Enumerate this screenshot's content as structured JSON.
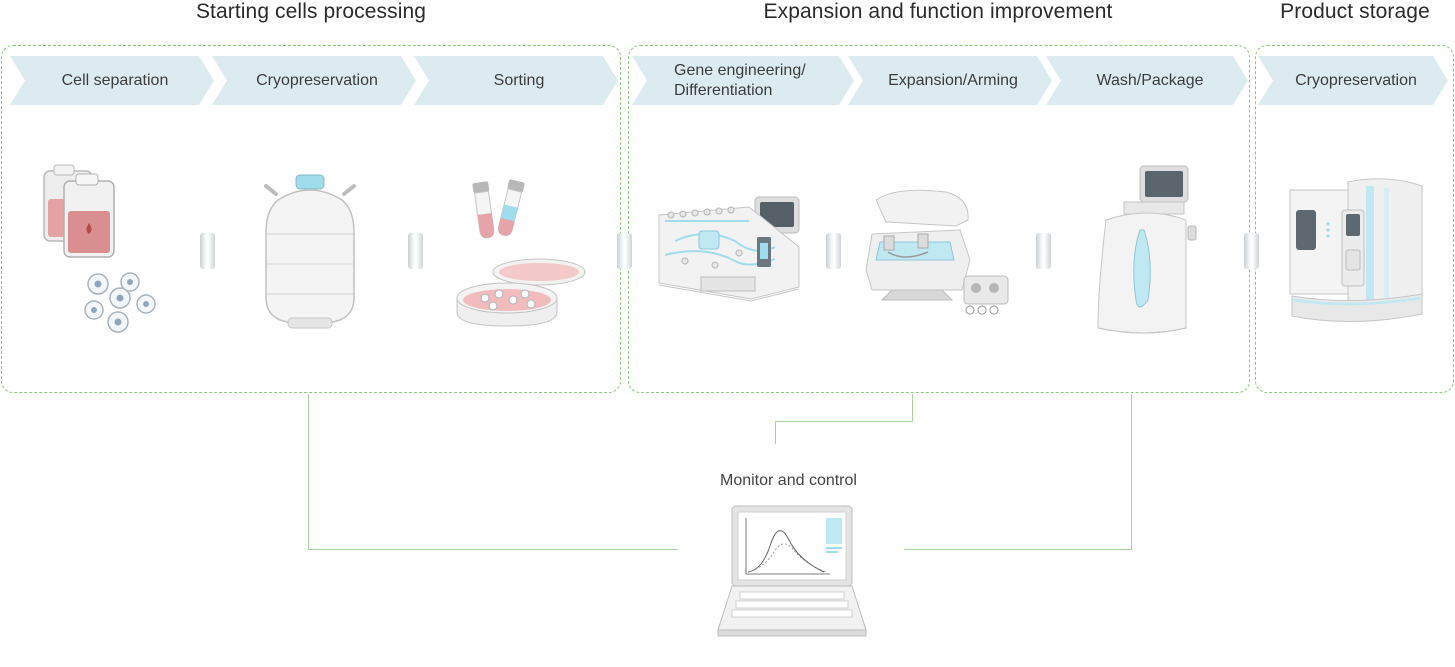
{
  "sections": [
    {
      "title": "Starting cells processing",
      "steps": [
        "Cell separation",
        "Cryopreservation",
        "Sorting"
      ]
    },
    {
      "title": "Expansion and function improvement",
      "steps": [
        "Gene engineering/\nDifferentiation",
        "Expansion/Arming",
        "Wash/Package"
      ]
    },
    {
      "title": "Product storage",
      "steps": [
        "Cryopreservation"
      ]
    }
  ],
  "monitor": {
    "label": "Monitor and control"
  },
  "colors": {
    "group_border": "#86c97a",
    "step_fill": "#dcebf0",
    "line": "#a6d49a",
    "accent_cyan": "#9fdcec"
  },
  "icons": [
    "blood-bag-icon",
    "cells-icon",
    "liquid-nitrogen-tank-icon",
    "tubes-icon",
    "petri-dish-icon",
    "gene-engineering-instrument-icon",
    "bioreactor-icon",
    "wash-package-system-icon",
    "cryo-storage-unit-icon",
    "laptop-icon",
    "connector-icon"
  ]
}
